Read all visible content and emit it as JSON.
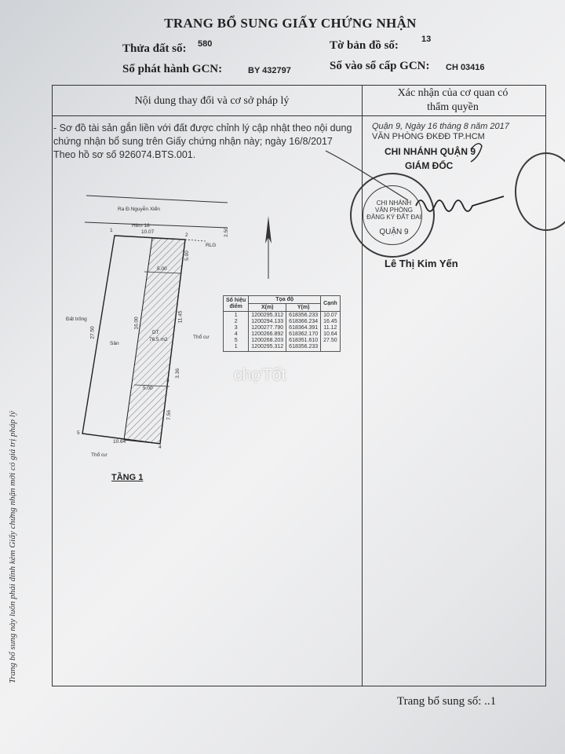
{
  "document": {
    "title": "TRANG BỔ SUNG GIẤY CHỨNG NHẬN",
    "parcel_label": "Thửa đất số:",
    "parcel_number": "580",
    "map_sheet_label": "Tờ bản đồ số:",
    "map_sheet_number": "13",
    "issue_label": "Số phát hành GCN:",
    "issue_number": "BY 432797",
    "registry_label": "Số vào sổ cấp GCN:",
    "registry_number": "CH 03416"
  },
  "table": {
    "left_heading": "Nội dung thay đổi và cơ sở pháp lý",
    "right_heading_line1": "Xác nhận của cơ quan có",
    "right_heading_line2": "thẩm quyền",
    "change_line1": "- Sơ đồ tài sản gắn liền với đất được chỉnh lý cập nhật theo nội dung",
    "change_line2": "chứng nhận bổ sung trên Giấy chứng nhận này; ngày 16/8/2017",
    "change_line3": "Theo hồ sơ số 926074.BTS.001."
  },
  "confirmation": {
    "date_line": "Quận 9, Ngày 16 tháng 8 năm 2017",
    "office": "VĂN PHÒNG ĐKĐĐ TP.HCM",
    "branch": "CHI NHÁNH QUẬN 9",
    "director": "GIÁM ĐỐC",
    "signer": "Lê Thị Kim Yến",
    "stamp_center_1": "CHI NHÁNH",
    "stamp_center_2": "VĂN PHÒNG",
    "stamp_center_3": "ĐĂNG KÝ ĐẤT ĐAI",
    "stamp_bottom": "QUẬN 9"
  },
  "drawing": {
    "road_label": "Ra Đ.Nguyễn Xiển",
    "alley_label": "Hẻm 18",
    "left_neighbor": "Đất trống",
    "right_neighbor": "Thổ cư",
    "bottom_neighbor": "Thổ cư",
    "yard_label": "Sân",
    "area_label": "DT",
    "area_value": "76.5 m2",
    "rlg_label": "RLG",
    "floor_label": "TẦNG 1",
    "dim_top": "10.07",
    "dim_bottom": "10.64",
    "dim_left": "27.50",
    "dim_inner": "16.00",
    "dim_right_top": "5.00",
    "dim_right_mid": "11.45",
    "dim_right_low": "3.36",
    "dim_right_bottom": "7.56",
    "dim_width_top": "5.00",
    "dim_width_bottom": "5.00",
    "dim_corner": "2.50",
    "corner_1": "1",
    "corner_2": "2",
    "corner_3": "3",
    "corner_4": "4",
    "corner_5": "5"
  },
  "coords": {
    "col_point": "Số hiệu",
    "col_point_sub": "điểm",
    "col_coord": "Tọa độ",
    "col_x": "X(m)",
    "col_y": "Y(m)",
    "col_edge": "Cạnh",
    "rows": [
      {
        "p": "1",
        "x": "1200295.312",
        "y": "618356.233",
        "edge": "10.07"
      },
      {
        "p": "2",
        "x": "1200294.133",
        "y": "618366.234",
        "edge": "16.45"
      },
      {
        "p": "3",
        "x": "1200277.790",
        "y": "618364.391",
        "edge": "11.12"
      },
      {
        "p": "4",
        "x": "1200266.892",
        "y": "618362.170",
        "edge": "10.64"
      },
      {
        "p": "5",
        "x": "1200268.203",
        "y": "618351.610",
        "edge": "27.50"
      },
      {
        "p": "1",
        "x": "1200295.312",
        "y": "618356.233",
        "edge": ""
      }
    ]
  },
  "watermark": "chợTốt",
  "side_note": "Trang bổ sung này luôn phải đính kèm Giấy chứng nhận mới có giá trị pháp lý",
  "footer": {
    "label": "Trang bổ sung số:",
    "value": "..1"
  }
}
